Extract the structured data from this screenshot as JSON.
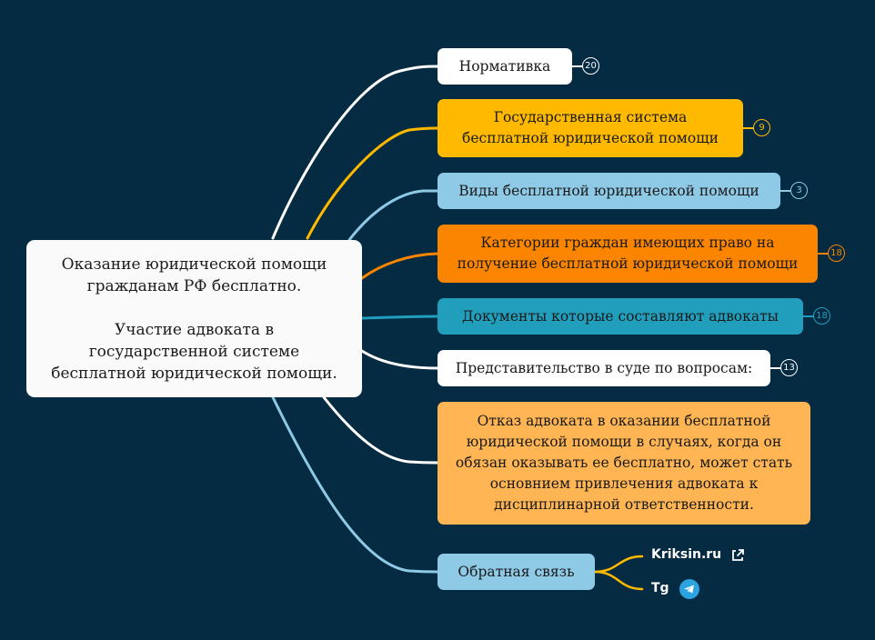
{
  "root": {
    "label": "Оказание юридической помощи\nгражданам РФ бесплатно.\n\nУчастие адвоката в\nгосударственной системе\nбесплатной юридической помощи."
  },
  "branches": [
    {
      "label": "Нормативка",
      "count": "20",
      "color": "#ffffff"
    },
    {
      "label": "Государственная система\nбесплатной юридической помощи",
      "count": "9",
      "color": "#ffba00"
    },
    {
      "label": "Виды бесплатной юридической помощи",
      "count": "3",
      "color": "#8ecae6"
    },
    {
      "label": "Категории граждан имеющих право на\nполучение бесплатной юридической помощи",
      "count": "18",
      "color": "#fb8500"
    },
    {
      "label": "Документы которые составляют адвокаты",
      "count": "18",
      "color": "#219ebc"
    },
    {
      "label": "Представительство в суде по вопросам:",
      "count": "13",
      "color": "#ffffff"
    },
    {
      "label": "Отказ адвоката в оказании бесплатной\nюридической помощи в случаях, когда он\nобязан оказывать ее бесплатно, может стать\nосновнием привлечения адвоката к\nдисциплинарной ответственности.",
      "count": "",
      "color": "#ffb554"
    },
    {
      "label": "Обратная связь",
      "count": "",
      "color": "#8ecae6"
    }
  ],
  "feedback_links": [
    {
      "label": "Kriksin.ru",
      "icon": "external-link-icon"
    },
    {
      "label": "Tg",
      "icon": "telegram-icon"
    }
  ]
}
